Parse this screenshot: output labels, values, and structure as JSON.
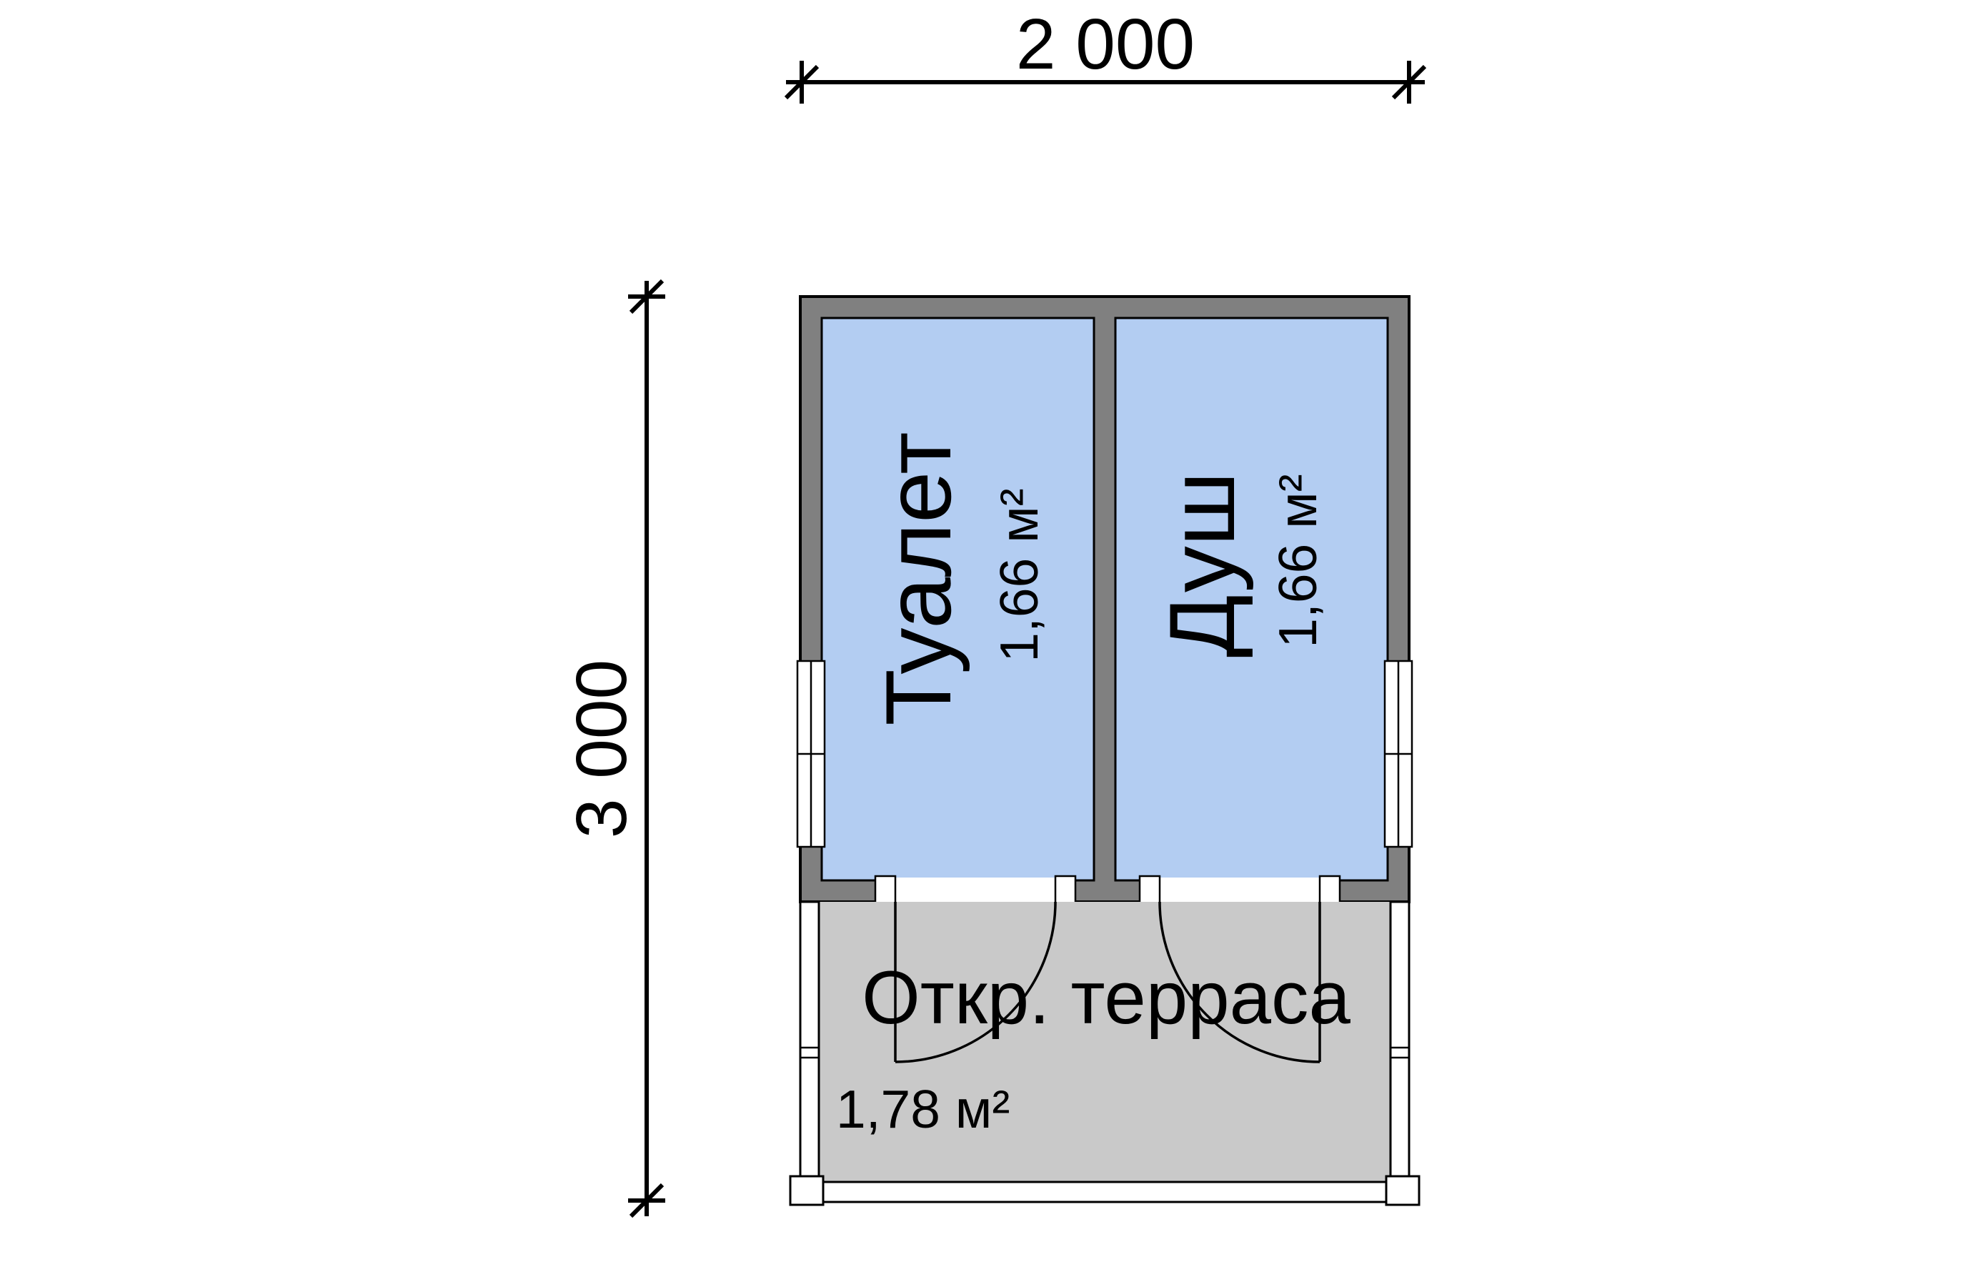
{
  "dimensions": {
    "width_label": "2 000",
    "height_label": "3 000"
  },
  "rooms": [
    {
      "name": "Туалет",
      "area": "1,66 м²"
    },
    {
      "name": "Душ",
      "area": "1,66 м²"
    }
  ],
  "terrace": {
    "name": "Откр. терраса",
    "area": "1,78 м²"
  },
  "colors": {
    "wall": "#808080",
    "room_fill": "#b3cdf2",
    "terrace_fill": "#c9c9c9",
    "line": "#000000",
    "background": "#ffffff"
  }
}
